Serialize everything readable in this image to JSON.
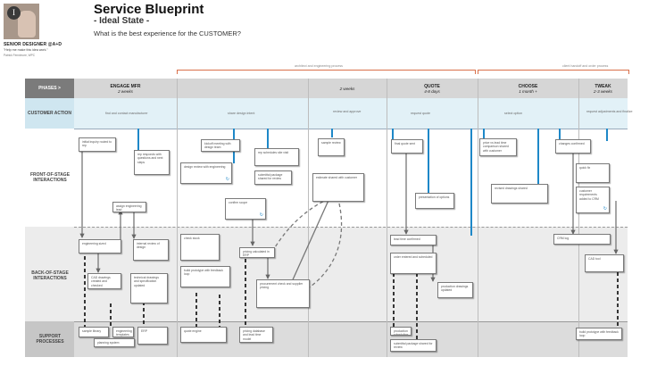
{
  "header": {
    "badge": "I",
    "role": "SENIOR DESIGNER @A+D",
    "quote": "\"Help me make this idea work.\"",
    "quote_sub": "Patrick Fennimore, WPC",
    "title": "Service Blueprint",
    "subtitle": "- Ideal State -",
    "question": "What is the best experience for the CUSTOMER?"
  },
  "brackets": [
    {
      "label": "architect and engineering process"
    },
    {
      "label": "client handoff and order process"
    }
  ],
  "phases_label": "PHASES >",
  "phases": [
    {
      "name": "ENGAGE MFR",
      "duration": "2 weeks"
    },
    {
      "name": "",
      "duration": "2 weeks"
    },
    {
      "name": "QUOTE",
      "duration": "4-8 days"
    },
    {
      "name": "CHOOSE",
      "duration": "1 month +"
    },
    {
      "name": "TWEAK",
      "duration": "2-3 weeks"
    }
  ],
  "rows": {
    "customer_action": "CUSTOMER ACTION",
    "front_stage": "FRONT-OF-STAGE INTERACTIONS",
    "back_stage": "BACK-OF-STAGE INTERACTIONS",
    "support": "SUPPORT PROCESSES"
  },
  "customer_actions": [
    {
      "text": "find and contact manufacturer"
    },
    {
      "text": "share design intent"
    },
    {
      "text": "review and approve"
    },
    {
      "text": "request quote"
    },
    {
      "text": "select option"
    },
    {
      "text": "request adjustments and finalize"
    }
  ],
  "cards": [
    {
      "text": "initial inquiry routed to rep"
    },
    {
      "text": "rep responds with questions and next steps"
    },
    {
      "text": "kickoff meeting with design team"
    },
    {
      "text": "design review with engineering"
    },
    {
      "text": "rep schedules site visit"
    },
    {
      "text": "submittal package shared for review"
    },
    {
      "text": "confirm scope"
    },
    {
      "text": "sample review"
    },
    {
      "text": "estimate shared with customer"
    },
    {
      "text": "final quote sent"
    },
    {
      "text": "presentation of options"
    },
    {
      "text": "price vs lead time comparison shared with customer"
    },
    {
      "text": "revised drawings shared"
    },
    {
      "text": "changes confirmed"
    },
    {
      "text": "quick fix"
    },
    {
      "text": "customer requirements added to CRM"
    },
    {
      "text": "assign engineering lead"
    },
    {
      "text": "engineering sized"
    },
    {
      "text": "internal review of design"
    },
    {
      "text": "CAD drawings created and checked"
    },
    {
      "text": "technical drawings and specification updated"
    },
    {
      "text": "check stock"
    },
    {
      "text": "build prototype with feedback loop"
    },
    {
      "text": "pricing calculated in ERP"
    },
    {
      "text": "procurement check and supplier pricing"
    },
    {
      "text": "lead time confirmed"
    },
    {
      "text": "order entered and scheduled"
    },
    {
      "text": "production drawings updated"
    },
    {
      "text": "CRM log"
    },
    {
      "text": "CAD tool"
    },
    {
      "text": "sample library"
    },
    {
      "text": "engineering templates"
    },
    {
      "text": "ERP"
    },
    {
      "text": "planning system"
    },
    {
      "text": "quote engine"
    },
    {
      "text": "pricing database and lead time model"
    },
    {
      "text": "production scheduling tool"
    }
  ]
}
